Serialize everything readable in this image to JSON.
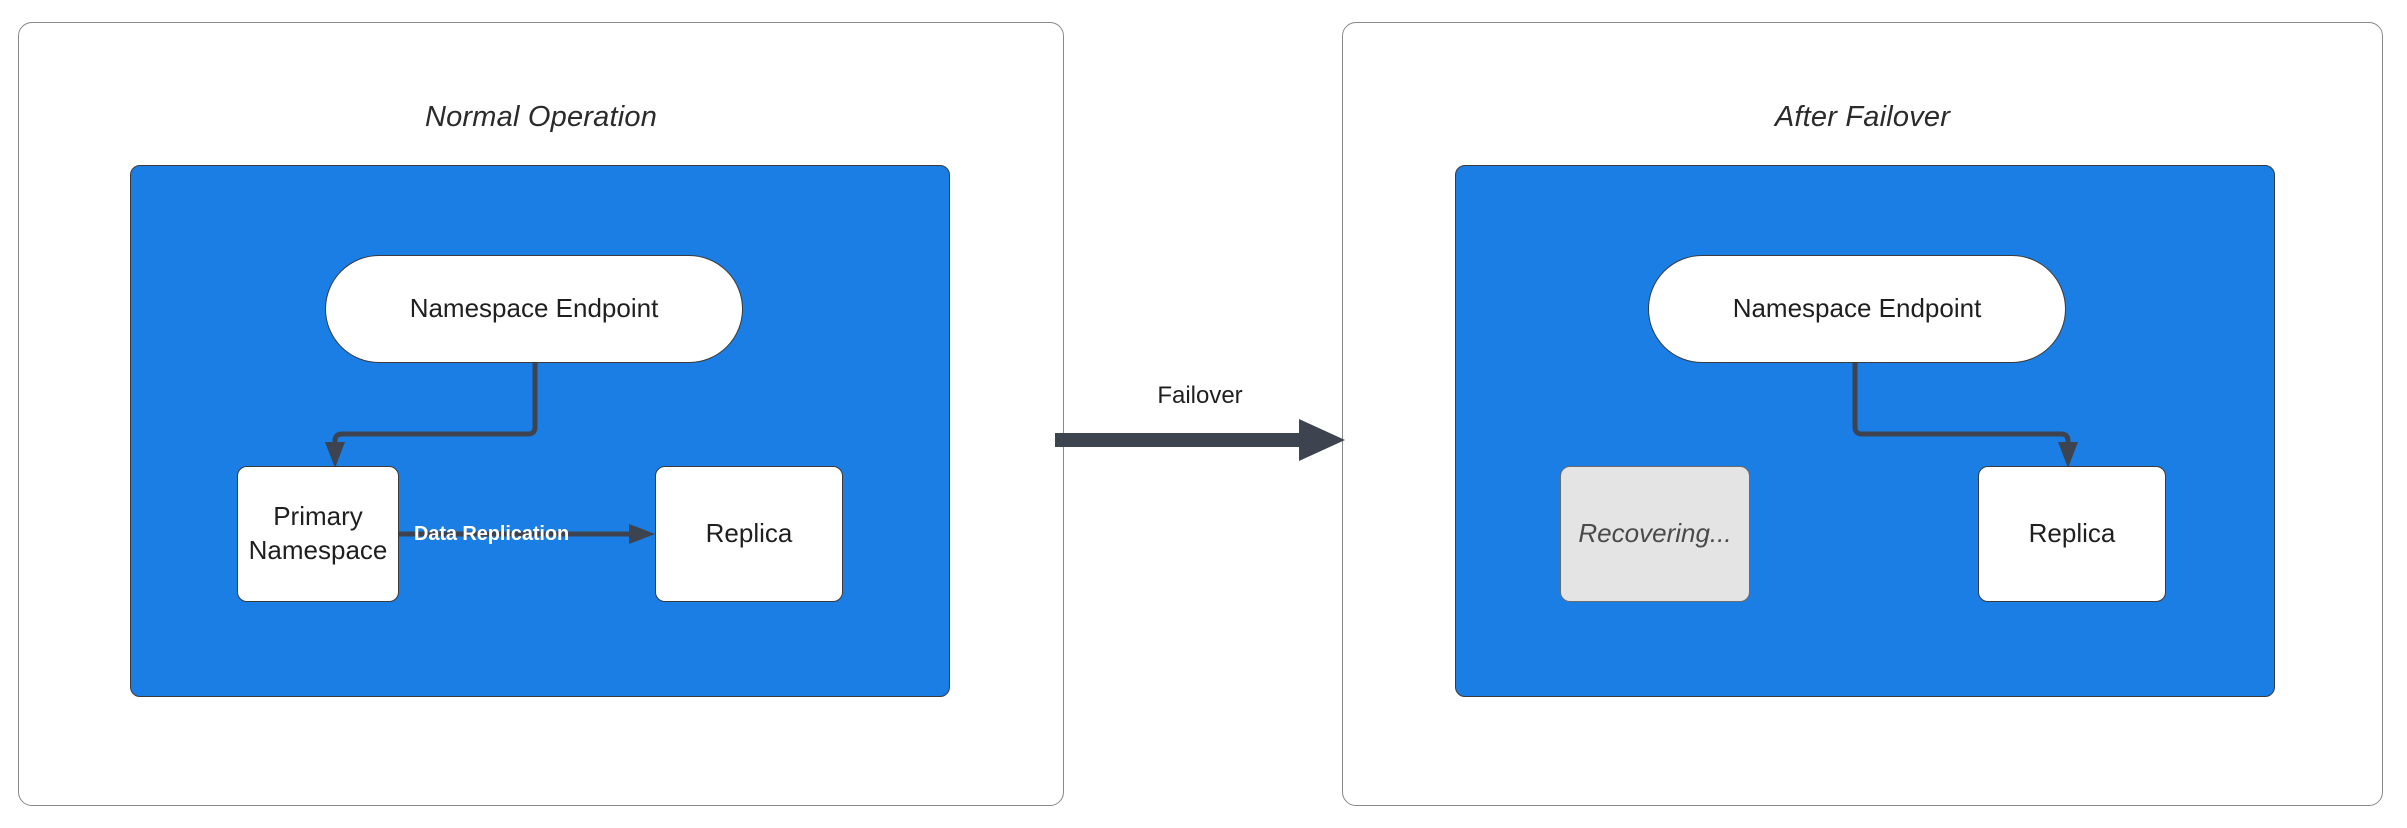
{
  "diagram": {
    "title_left": "Normal Operation",
    "title_right": "After Failover",
    "transition_label": "Failover",
    "colors": {
      "zone_blue": "#1a7ee5",
      "node_white": "#ffffff",
      "node_muted": "#e4e4e4",
      "stroke_dark": "#3d4450",
      "panel_border": "#888888",
      "label_white": "#ffffff"
    }
  },
  "panels": {
    "left": {
      "title": "Normal Operation",
      "nodes": {
        "endpoint": "Namespace Endpoint",
        "primary": "Primary Namespace",
        "replica": "Replica"
      },
      "edges": {
        "endpoint_to_primary": "",
        "replication": "Data Replication"
      }
    },
    "right": {
      "title": "After Failover",
      "nodes": {
        "endpoint": "Namespace Endpoint",
        "recovering": "Recovering...",
        "replica": "Replica"
      },
      "edges": {
        "endpoint_to_replica": ""
      }
    }
  }
}
